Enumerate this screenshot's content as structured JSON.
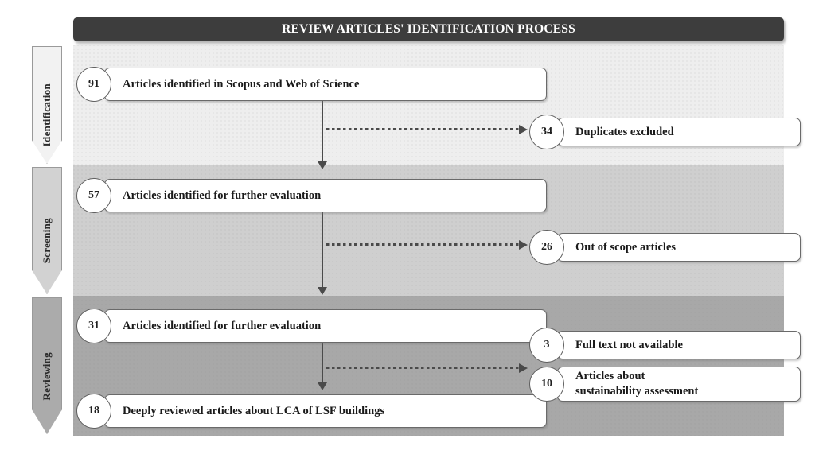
{
  "header": {
    "title": "REVIEW ARTICLES' IDENTIFICATION PROCESS",
    "bar_color": "#3d3d3d",
    "text_color": "#ffffff"
  },
  "stages": [
    {
      "label": "Identification",
      "band_color": "#eeeeee",
      "arrow_color": "#f2f2f2"
    },
    {
      "label": "Screening",
      "band_color": "#cfcfcf",
      "arrow_color": "#d2d2d2"
    },
    {
      "label": "Reviewing",
      "band_color": "#a8a8a8",
      "arrow_color": "#ababab"
    }
  ],
  "flow": {
    "main": [
      {
        "count": "91",
        "text": "Articles identified  in Scopus and Web of Science",
        "stage": "Identification"
      },
      {
        "count": "57",
        "text": "Articles identified  for further evaluation",
        "stage": "Screening"
      },
      {
        "count": "31",
        "text": "Articles identified  for further evaluation",
        "stage": "Reviewing"
      },
      {
        "count": "18",
        "text": "Deeply reviewed articles about LCA of LSF buildings",
        "stage": "Reviewing"
      }
    ],
    "excluded": [
      {
        "count": "34",
        "text": "Duplicates excluded",
        "stage": "Identification"
      },
      {
        "count": "26",
        "text": "Out of scope articles",
        "stage": "Screening"
      },
      {
        "count": "3",
        "text": "Full text not available",
        "stage": "Reviewing"
      },
      {
        "count": "10",
        "text": "Articles about\nsustainability  assessment",
        "stage": "Reviewing"
      }
    ]
  },
  "connectors": {
    "vertical_style": "solid-arrow",
    "horizontal_style": "dotted-arrow",
    "color": "#4a4a4a"
  }
}
